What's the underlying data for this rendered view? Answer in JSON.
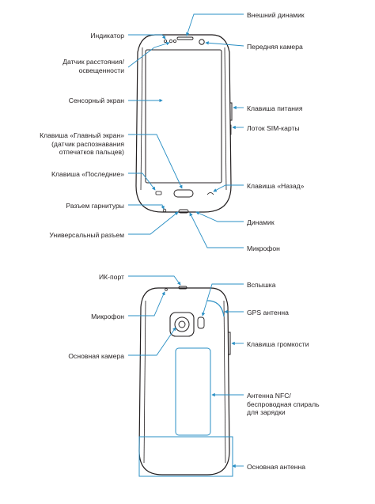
{
  "front_view": {
    "labels": {
      "indicator": "Индикатор",
      "proximity_sensor": "Датчик расстояния/\nосвещенности",
      "touch_screen": "Сенсорный экран",
      "home_key": "Клавиша «Главный экран»\n(датчик распознавания\nотпечатков пальцев)",
      "recent_key": "Клавиша «Последние»",
      "headset_jack": "Разъем гарнитуры",
      "usb_port": "Универсальный разъем",
      "earpiece": "Внешний динамик",
      "front_camera": "Передняя камера",
      "power_key": "Клавиша питания",
      "sim_tray": "Лоток SIM-карты",
      "back_key": "Клавиша «Назад»",
      "speaker": "Динамик",
      "microphone": "Микрофон"
    }
  },
  "back_view": {
    "labels": {
      "ir_port": "ИК-порт",
      "microphone": "Микрофон",
      "main_camera": "Основная камера",
      "flash": "Вспышка",
      "gps_antenna": "GPS антенна",
      "volume_key": "Клавиша громкости",
      "nfc_antenna": "Антенна NFC/\nбеспроводная спираль\nдля зарядки",
      "main_antenna": "Основная антенна"
    }
  },
  "colors": {
    "leader": "#2a8fc4",
    "outline": "#231f20",
    "highlight": "#2a8fc4"
  }
}
